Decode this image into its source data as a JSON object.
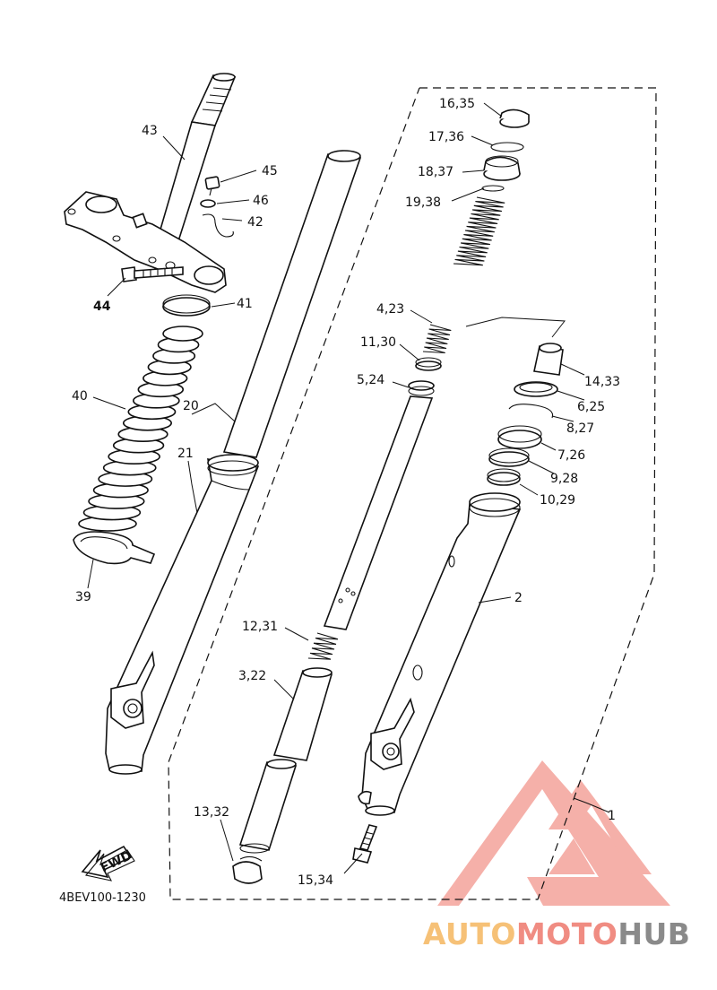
{
  "diagram": {
    "labels": {
      "l43": "43",
      "l45": "45",
      "l46": "46",
      "l42": "42",
      "l44": "44",
      "l41": "41",
      "l40": "40",
      "l20": "20",
      "l21": "21",
      "l39": "39",
      "l16_35": "16,35",
      "l17_36": "17,36",
      "l18_37": "18,37",
      "l19_38": "19,38",
      "l4_23": "4,23",
      "l11_30": "11,30",
      "l5_24": "5,24",
      "l14_33": "14,33",
      "l6_25": "6,25",
      "l8_27": "8,27",
      "l7_26": "7,26",
      "l9_28": "9,28",
      "l10_29": "10,29",
      "l2": "2",
      "l12_31": "12,31",
      "l3_22": "3,22",
      "l13_32": "13,32",
      "l15_34": "15,34",
      "l1": "1"
    },
    "fwd": "FWD",
    "code": "4BEV100-1230"
  },
  "watermark": {
    "part1": "AUTO",
    "part2": "MOTO",
    "part3": "HUB",
    "colors": {
      "auto": "#f6c177",
      "moto": "#f08c82",
      "hub": "#8a8a8a",
      "triangle": "#f4a39b"
    }
  }
}
